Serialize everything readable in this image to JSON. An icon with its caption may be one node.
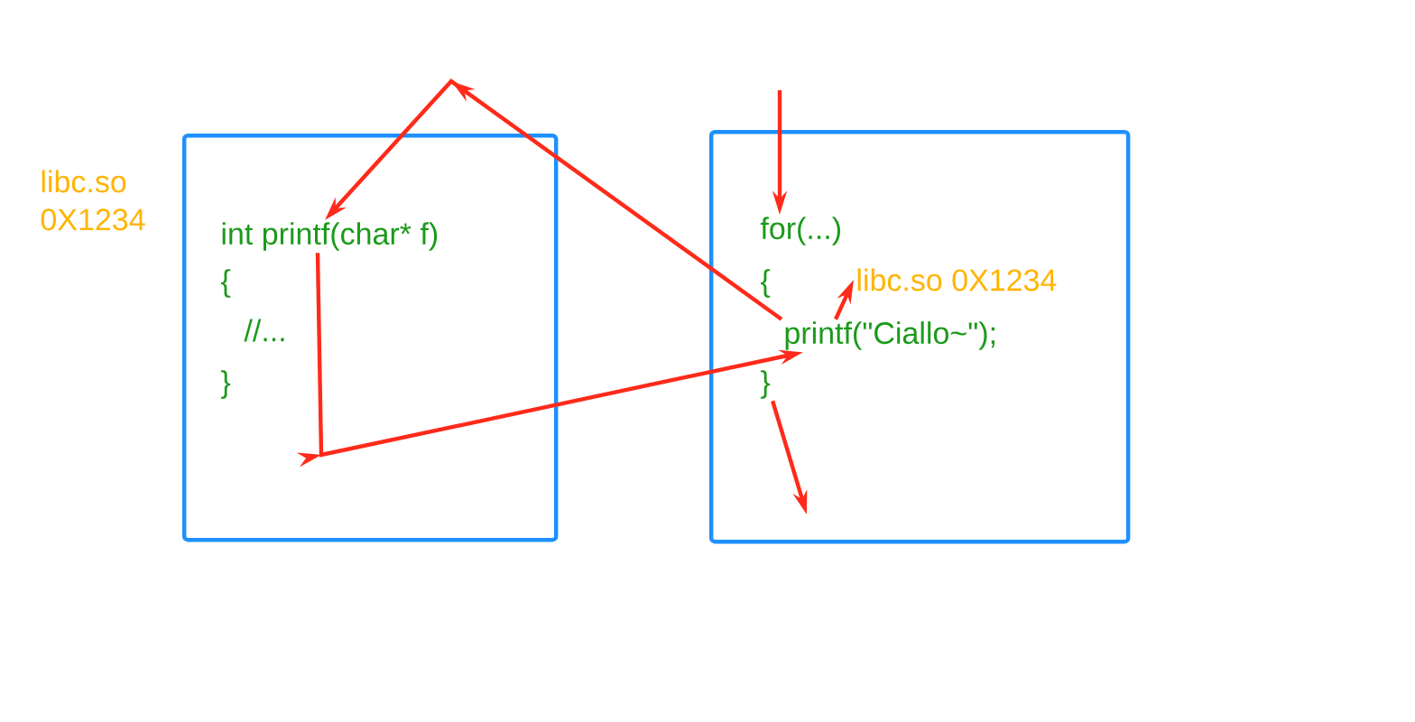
{
  "diagram": {
    "nodes": [
      {
        "text": [
          "libc.so 0X1234"
        ]
      },
      {
        "text": [
          "int printf(char* f)"
        ],
        "in": 0
      },
      {
        "text": [
          "{"
        ],
        "in": 0
      },
      {
        "text": [
          "//..."
        ],
        "in": 0
      },
      {
        "text": [
          "}"
        ],
        "in": 0
      },
      {
        "text": [],
        "shape": "box"
      },
      {
        "text": [
          "for(...)"
        ],
        "in": 5
      },
      {
        "text": [
          "{"
        ],
        "in": 5
      },
      {
        "text": [
          "printf(\"Ciallo~\");"
        ],
        "in": 5
      },
      {
        "text": [
          "}"
        ],
        "in": 5
      },
      {
        "text": [
          "libc.so 0X1234"
        ],
        "in": 5
      }
    ],
    "edges": [
      {
        "from": null,
        "to": 6,
        "arrow": "to"
      },
      {
        "from": 8,
        "to": 1,
        "arrow": "to"
      },
      {
        "from": 1,
        "to": 8,
        "arrow": "to"
      },
      {
        "from": 8,
        "to": 10,
        "arrow": "to"
      },
      {
        "from": 9,
        "to": null,
        "arrow": "to"
      }
    ]
  }
}
